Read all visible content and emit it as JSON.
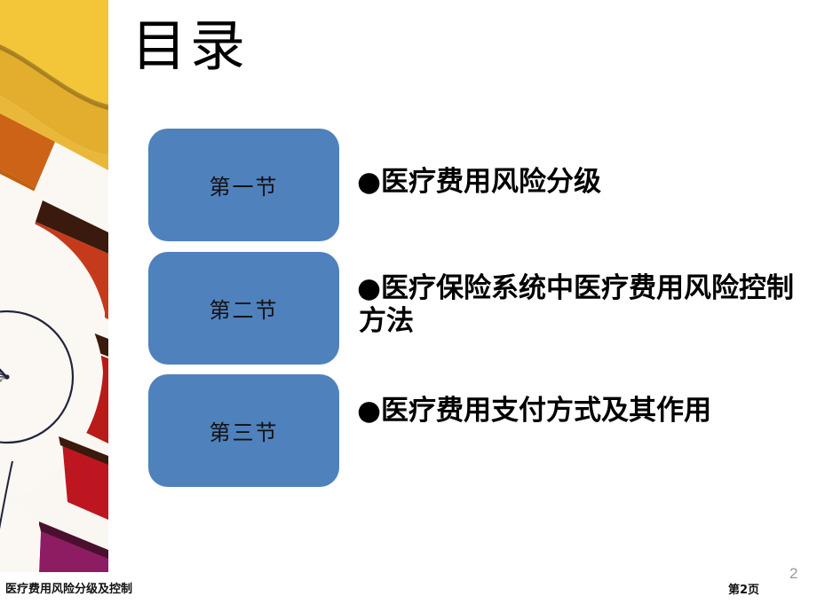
{
  "slide": {
    "title": "目录",
    "background_color": "#ffffff",
    "accent_color": "#4F81BD"
  },
  "contents": {
    "rows": [
      {
        "chip_label": "第一节",
        "bullet": "●",
        "text": "●医疗费用风险分级"
      },
      {
        "chip_label": "第二节",
        "bullet": "●",
        "text": "●医疗保险系统中医疗费用风险控制方法"
      },
      {
        "chip_label": "第三节",
        "bullet": "●",
        "text": "●医疗费用支付方式及其作用"
      }
    ]
  },
  "footer": {
    "title": "医疗费用风险分级及控制",
    "page_label": "第2页",
    "corner_number": "2"
  },
  "decoration": {
    "name": "colored-target-compass-photo",
    "colors": {
      "yellow": "#F2C230",
      "gold": "#E0A828",
      "orange": "#CC6316",
      "dark_brown": "#3A1A0C",
      "red_orange": "#C63A1C",
      "deep_red": "#B81B18",
      "crimson": "#BE1620",
      "purple": "#8E1C63",
      "white": "#FAF7F2",
      "needle_gray": "#A9A69C",
      "outline": "#22243C"
    }
  }
}
